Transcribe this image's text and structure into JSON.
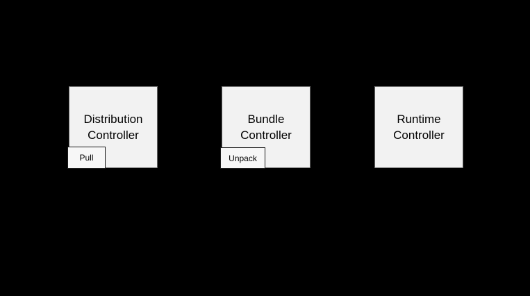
{
  "diagram": {
    "background_color": "#000000",
    "node_fill_color": "#f2f2f2",
    "node_border_color": "#666666",
    "sub_box_border_color": "#1a1a1a",
    "text_color": "#000000",
    "nodes": [
      {
        "label": "Distribution\nController",
        "sub_label": "Pull"
      },
      {
        "label": "Bundle\nController",
        "sub_label": "Unpack"
      },
      {
        "label": "Runtime\nController"
      }
    ]
  }
}
